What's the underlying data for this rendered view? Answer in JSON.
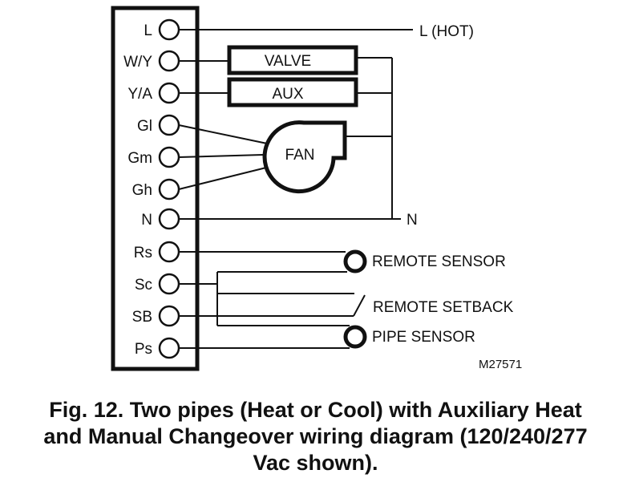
{
  "terminals": [
    {
      "id": "L",
      "label": "L"
    },
    {
      "id": "WY",
      "label": "W/Y"
    },
    {
      "id": "YA",
      "label": "Y/A"
    },
    {
      "id": "Gl",
      "label": "Gl"
    },
    {
      "id": "Gm",
      "label": "Gm"
    },
    {
      "id": "Gh",
      "label": "Gh"
    },
    {
      "id": "N",
      "label": "N"
    },
    {
      "id": "Rs",
      "label": "Rs"
    },
    {
      "id": "Sc",
      "label": "Sc"
    },
    {
      "id": "SB",
      "label": "SB"
    },
    {
      "id": "Ps",
      "label": "Ps"
    }
  ],
  "components": {
    "valve": "VALVE",
    "aux": "AUX",
    "fan": "FAN"
  },
  "external_labels": {
    "hot": "L (HOT)",
    "neutral": "N",
    "remote_sensor": "REMOTE SENSOR",
    "remote_setback": "REMOTE SETBACK",
    "pipe_sensor": "PIPE SENSOR"
  },
  "figure_code": "M27571",
  "caption": {
    "line1": "Fig. 12. Two pipes (Heat or Cool) with Auxiliary Heat",
    "line2": "and Manual Changeover wiring diagram (120/240/277",
    "line3": "Vac shown)."
  }
}
